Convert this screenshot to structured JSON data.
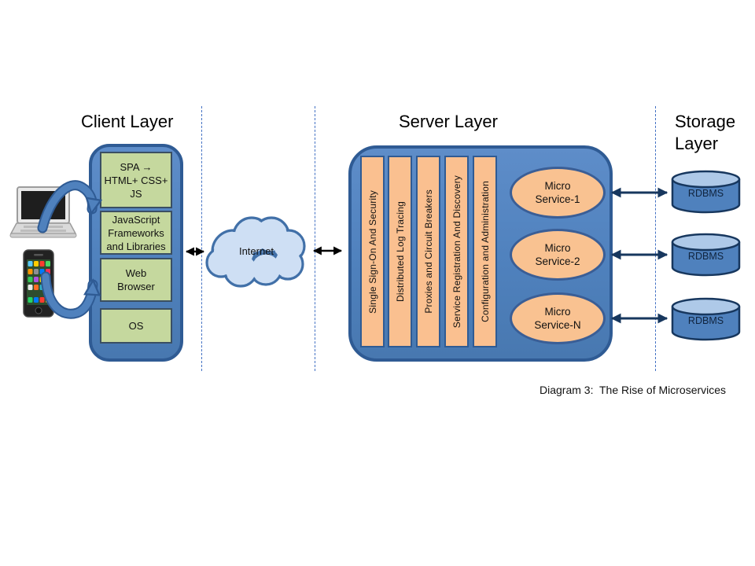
{
  "headings": {
    "client": "Client Layer",
    "server": "Server Layer",
    "storage": [
      "Storage",
      "Layer"
    ]
  },
  "client": {
    "boxes": [
      {
        "lines": [
          "SPA →",
          "HTML+ CSS+",
          "JS"
        ]
      },
      {
        "lines": [
          "JavaScript",
          "Frameworks",
          "and Libraries"
        ]
      },
      {
        "lines": [
          "Web",
          "Browser"
        ]
      },
      {
        "lines": [
          "OS"
        ]
      }
    ]
  },
  "internet": {
    "label": "Internet"
  },
  "server": {
    "pillars": [
      "Single Sign-On And Security",
      "Distributed Log Tracing",
      "Proxies and Circuit Breakers",
      "Service Registration And Discovery",
      "Configuration and Administration"
    ],
    "services": [
      {
        "lines": [
          "Micro",
          "Service-1"
        ]
      },
      {
        "lines": [
          "Micro",
          "Service-2"
        ]
      },
      {
        "lines": [
          "Micro",
          "Service-N"
        ]
      }
    ]
  },
  "storage": {
    "databases": [
      "RDBMS",
      "RDBMS",
      "RDBMS"
    ]
  },
  "caption": "Diagram 3:  The Rise of Microservices",
  "colors": {
    "layer_blue": "#4F81BD",
    "layer_border": "#2F5B94",
    "green_box": "#C5D89E",
    "orange_bar": "#FAC090",
    "cloud_fill": "#CEDFF4",
    "navy_arrow": "#17375E",
    "dashed_separator": "#4472C4"
  },
  "icons": {
    "laptop": "laptop-icon",
    "smartphone": "smartphone-icon",
    "cloud": "internet-cloud-icon",
    "database": "database-cylinder-icon",
    "double_arrow": "double-headed-arrow-icon",
    "curved_arrow": "curved-arrow-icon"
  }
}
